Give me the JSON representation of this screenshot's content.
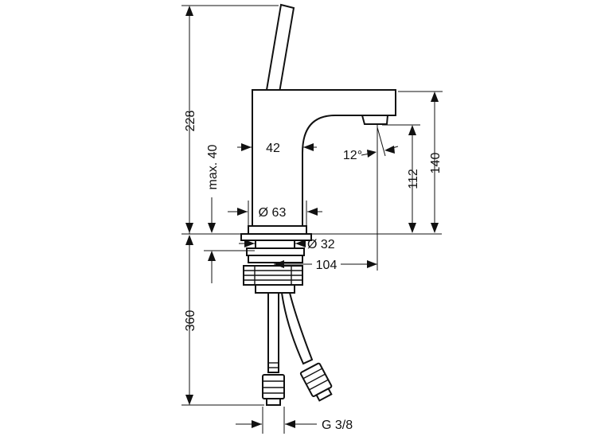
{
  "dimensions": {
    "total_height": "228",
    "spout_width": "42",
    "max_deck": "max. 40",
    "spout_angle": "12°",
    "outlet_height": "112",
    "spout_height": "140",
    "base_diameter": "Ø 63",
    "shank_diameter": "Ø 32",
    "reach": "104",
    "below_deck": "360",
    "connection": "G 3/8"
  },
  "colors": {
    "line": "#111111",
    "background": "#ffffff"
  }
}
